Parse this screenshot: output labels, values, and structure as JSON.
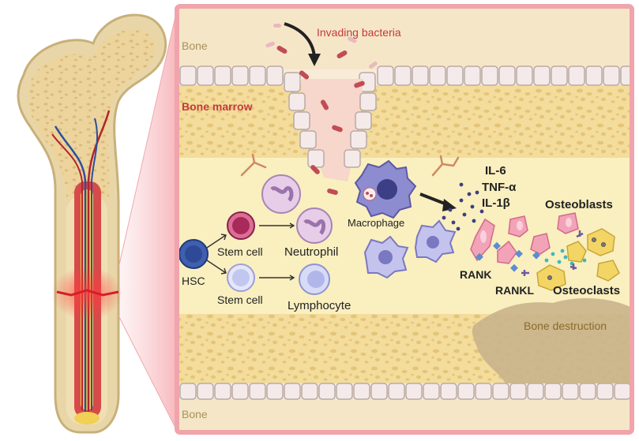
{
  "labels": {
    "invading_bacteria": "Invading bacteria",
    "bone_top": "Bone",
    "bone_marrow": "Bone marrow",
    "il6": "IL-6",
    "tnf": "TNF-α",
    "il1b": "IL-1β",
    "osteoblasts": "Osteoblasts",
    "macrophage": "Macrophage",
    "stem_cell_1": "Stem cell",
    "neutrophil": "Neutrophil",
    "hsc": "HSC",
    "stem_cell_2": "Stem cell",
    "lymphocyte": "Lymphocyte",
    "rank": "RANK",
    "rankl": "RANKL",
    "osteoclasts": "Osteoclasts",
    "bone_destruction": "Bone destruction",
    "bone_bottom": "Bone"
  },
  "colors": {
    "frame_border": "#f0a4ab",
    "bone_cream": "#f6e7b5",
    "trabecular": "#e9cf86",
    "marrow": "#f9eeb7",
    "barrier_cell": "#f4eaea",
    "bacteria": "#c14c55",
    "neutrophil": "#dcb8e1",
    "stem_cell_red": "#a8295a",
    "hsc_blue": "#3f5fb0",
    "lymphocyte": "#c2c7ef",
    "macrophage": "#7f7ec4",
    "osteoblast": "#f2a3b8",
    "osteoclast": "#f0d35e",
    "destruction": "#c9b38c",
    "label_red": "#c43a3a",
    "label_tan": "#a7925a"
  },
  "icons": [
    "femur-icon",
    "blood-vessel-icon",
    "bacteria-icon",
    "arrow-icon",
    "macrophage-icon",
    "neutrophil-icon",
    "osteoblast-icon",
    "osteoclast-icon"
  ]
}
